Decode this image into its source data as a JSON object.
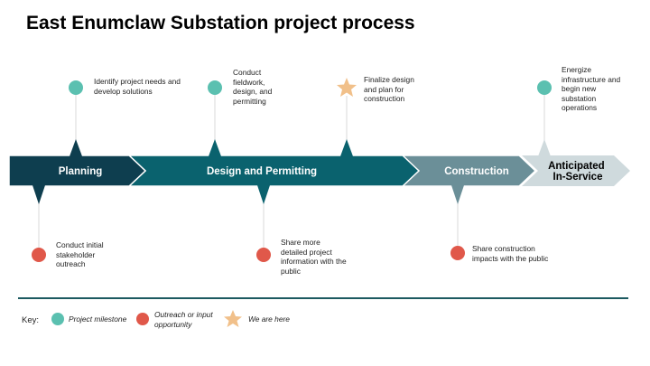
{
  "title": "East Enumclaw Substation project process",
  "colors": {
    "planning": "#0e3e4f",
    "design": "#0a626e",
    "construction": "#6b8f98",
    "inservice": "#cfdadd",
    "milestone": "#5bc0b0",
    "outreach": "#e0584a",
    "here": "#f1c08a",
    "rule": "#1c5a60",
    "connector": "#d9d9d9"
  },
  "phases": [
    {
      "id": "planning",
      "label": "Planning"
    },
    {
      "id": "design",
      "label": "Design and Permitting"
    },
    {
      "id": "construction",
      "label": "Construction"
    },
    {
      "id": "inservice",
      "label": "Anticipated In-Service"
    }
  ],
  "above_events": [
    {
      "type": "milestone",
      "text": "Identify project needs and develop solutions"
    },
    {
      "type": "milestone",
      "text": "Conduct fieldwork, design, and permitting"
    },
    {
      "type": "here",
      "text": "Finalize design and plan for construction"
    },
    {
      "type": "milestone",
      "text": "Energize infrastructure and begin new substation operations"
    }
  ],
  "below_events": [
    {
      "type": "outreach",
      "text": "Conduct initial stakeholder outreach"
    },
    {
      "type": "outreach",
      "text": "Share more detailed project information with the public"
    },
    {
      "type": "outreach",
      "text": "Share construction impacts with the public"
    }
  ],
  "key": {
    "title": "Key:",
    "items": [
      {
        "type": "milestone",
        "label": "Project milestone"
      },
      {
        "type": "outreach",
        "label": "Outreach or input opportunity"
      },
      {
        "type": "here",
        "label": "We are here"
      }
    ]
  }
}
